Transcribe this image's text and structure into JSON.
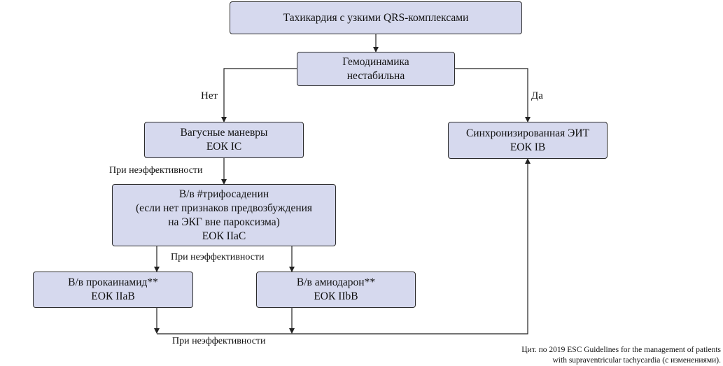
{
  "nodes": {
    "start": {
      "line1": "Тахикардия с узкими QRS-комплексами"
    },
    "hemo": {
      "line1": "Гемодинамика",
      "line2": "нестабильна"
    },
    "vagal": {
      "line1": "Вагусные маневры",
      "line2": "ЕОК IC"
    },
    "eit": {
      "line1": "Синхронизированная ЭИТ",
      "line2": "ЕОК IB"
    },
    "atp": {
      "line1": "В/в #трифосаденин",
      "line2": "(если нет признаков предвозбуждения",
      "line3": "на ЭКГ вне пароксизма)",
      "line4": "ЕОК IIaC"
    },
    "procain": {
      "line1": "В/в прокаинамид**",
      "line2": "ЕОК IIaB"
    },
    "amio": {
      "line1": "В/в амиодарон**",
      "line2": "ЕОК IIbB"
    }
  },
  "labels": {
    "no": "Нет",
    "yes": "Да",
    "ineff1": "При неэффективности",
    "ineff2": "При неэффективности",
    "ineff3": "При неэффективности"
  },
  "caption": {
    "line1": "Цит. по 2019 ESC Guidelines for the management of patients",
    "line2": "with supraventricular tachycardia (с изменениями)."
  }
}
